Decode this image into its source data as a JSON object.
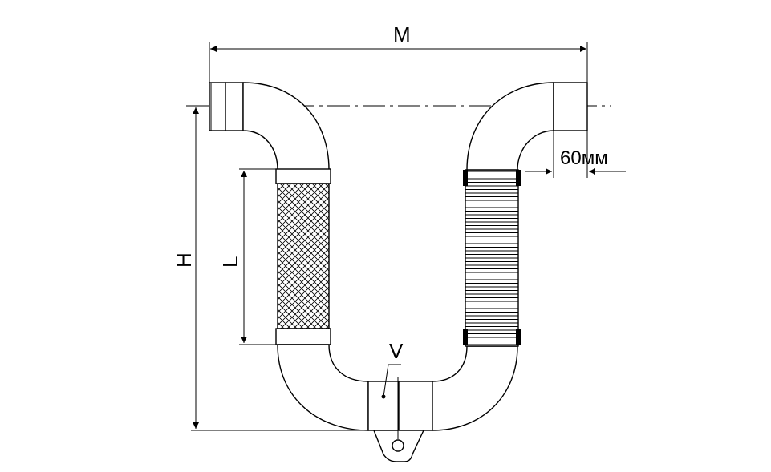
{
  "labels": {
    "m": "M",
    "h": "H",
    "l": "L",
    "v": "V",
    "offset": "60мм"
  },
  "colors": {
    "line": "#000000",
    "background": "#ffffff"
  }
}
